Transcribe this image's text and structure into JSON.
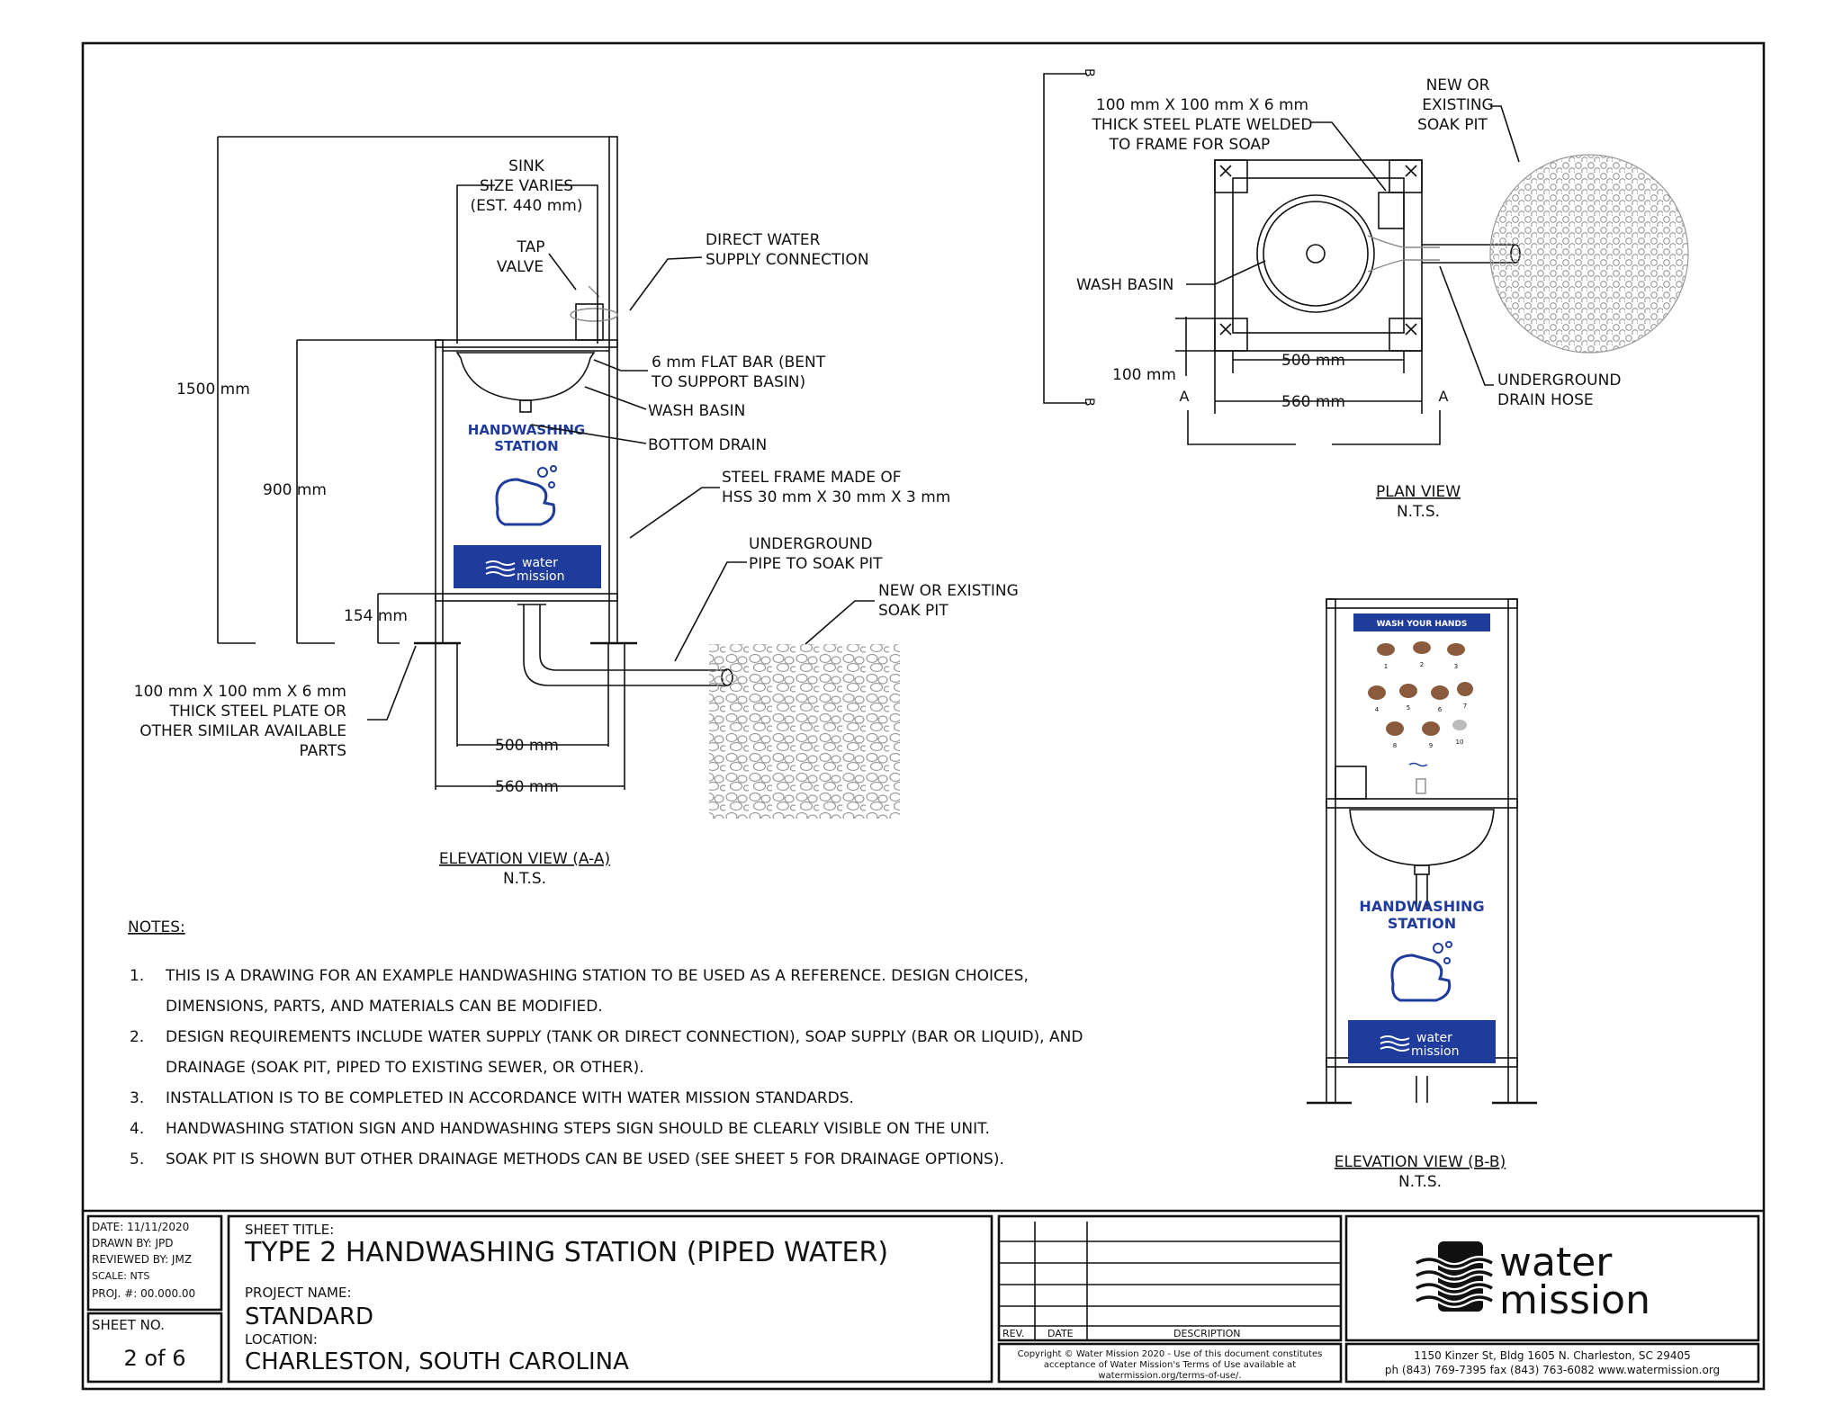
{
  "elevation_a": {
    "labels": {
      "sink": [
        "SINK",
        "SIZE VARIES",
        "(EST. 440 mm)"
      ],
      "tap": [
        "TAP",
        "VALVE"
      ],
      "direct_water": [
        "DIRECT WATER",
        "SUPPLY CONNECTION"
      ],
      "flat_bar": [
        "6 mm FLAT BAR (BENT",
        "TO SUPPORT BASIN)"
      ],
      "wash_basin": "WASH BASIN",
      "bottom_drain": "BOTTOM DRAIN",
      "steel_frame": [
        "STEEL FRAME MADE OF",
        "HSS 30 mm X 30 mm X 3 mm"
      ],
      "underground_pipe": [
        "UNDERGROUND",
        "PIPE TO SOAK PIT"
      ],
      "soak_pit": [
        "NEW OR EXISTING",
        "SOAK PIT"
      ],
      "plate": [
        "100 mm X 100 mm X 6 mm",
        "THICK STEEL PLATE OR",
        "OTHER SIMILAR AVAILABLE",
        "PARTS"
      ]
    },
    "dims": {
      "h1500": "1500 mm",
      "h900": "900 mm",
      "h154": "154 mm",
      "w500": "500 mm",
      "w560": "560 mm"
    },
    "title": "ELEVATION VIEW (A-A)",
    "scale": "N.T.S."
  },
  "plan": {
    "labels": {
      "plate": [
        "100 mm X 100 mm X 6 mm",
        "THICK STEEL PLATE WELDED",
        "TO FRAME FOR SOAP"
      ],
      "soak_pit": [
        "NEW OR",
        "EXISTING",
        "SOAK PIT"
      ],
      "wash_basin": "WASH BASIN",
      "drain_hose": [
        "UNDERGROUND",
        "DRAIN HOSE"
      ]
    },
    "dims": {
      "d100": "100 mm",
      "w500": "500 mm",
      "w560": "560 mm"
    },
    "section_a": "A",
    "section_b": "B",
    "title": "PLAN VIEW",
    "scale": "N.T.S."
  },
  "elevation_b": {
    "title": "ELEVATION VIEW (B-B)",
    "scale": "N.T.S.",
    "poster_title": "WASH YOUR HANDS",
    "step_numbers": [
      "1",
      "2",
      "3",
      "4",
      "5",
      "6",
      "7",
      "8",
      "9",
      "10"
    ]
  },
  "sign": {
    "line1": "HANDWASHING",
    "line2": "STATION",
    "logo1": "water",
    "logo2": "mission"
  },
  "notes": {
    "heading": "NOTES:",
    "items": [
      {
        "num": "1.",
        "lines": [
          "THIS IS A DRAWING FOR AN EXAMPLE HANDWASHING STATION TO BE USED AS A REFERENCE. DESIGN CHOICES,",
          "DIMENSIONS, PARTS, AND MATERIALS CAN BE MODIFIED."
        ]
      },
      {
        "num": "2.",
        "lines": [
          "DESIGN REQUIREMENTS INCLUDE WATER SUPPLY (TANK OR DIRECT CONNECTION), SOAP SUPPLY (BAR OR LIQUID), AND",
          "DRAINAGE (SOAK PIT, PIPED TO EXISTING SEWER, OR OTHER)."
        ]
      },
      {
        "num": "3.",
        "lines": [
          "INSTALLATION IS TO BE COMPLETED IN ACCORDANCE WITH WATER MISSION STANDARDS."
        ]
      },
      {
        "num": "4.",
        "lines": [
          "HANDWASHING STATION SIGN AND HANDWASHING STEPS SIGN SHOULD BE CLEARLY VISIBLE ON THE UNIT."
        ]
      },
      {
        "num": "5.",
        "lines": [
          "SOAK PIT IS SHOWN BUT OTHER DRAINAGE METHODS CAN BE USED (SEE SHEET 5 FOR DRAINAGE OPTIONS)."
        ]
      }
    ]
  },
  "title_block": {
    "date": "DATE:  11/11/2020",
    "drawn_by": "DRAWN BY:  JPD",
    "reviewed_by": "REVIEWED BY:  JMZ",
    "scale": "SCALE:  NTS",
    "proj": "PROJ. #:  00.000.00",
    "sheet_no_label": "SHEET NO.",
    "sheet_no": "2   of   6",
    "sheet_title_label": "SHEET TITLE:",
    "sheet_title": "TYPE 2 HANDWASHING STATION (PIPED WATER)",
    "project_name_label": "PROJECT NAME:",
    "project_name": "STANDARD",
    "location_label": "LOCATION:",
    "location": "CHARLESTON, SOUTH CAROLINA",
    "rev_label": "REV.",
    "date_label": "DATE",
    "description_label": "DESCRIPTION",
    "copyright": [
      "Copyright © Water Mission 2020 - Use of this document constitutes",
      "acceptance of Water Mission's Terms of Use available at",
      "watermission.org/terms-of-use/."
    ],
    "logo_word1": "water",
    "logo_word2": "mission",
    "address": "1150 Kinzer St, Bldg 1605   N. Charleston, SC 29405",
    "contact": "ph (843) 769-7395   fax (843) 763-6082   www.watermission.org"
  },
  "colors": {
    "brand_blue": "#1f3c9c",
    "ink": "#111111",
    "skin": "#8a5a3c"
  }
}
